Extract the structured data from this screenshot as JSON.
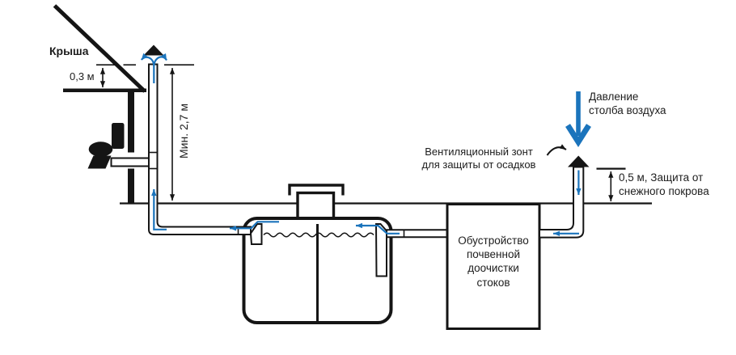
{
  "diagram": {
    "background": "#ffffff",
    "colors": {
      "line": "#151515",
      "accent_blue": "#1b74bc",
      "text": "#1d1d1d"
    },
    "labels": {
      "roof": "Крыша",
      "roof_clearance": "0,3 м",
      "stack_min_height": "Мин. 2,7 м",
      "vent_cap": {
        "line1": "Вентиляционный зонт",
        "line2": "для защиты от осадков"
      },
      "air_pressure": {
        "line1": "Давление",
        "line2": "столба воздуха"
      },
      "snow_clearance": {
        "line1": "0,5 м, Защита от",
        "line2": "снежного покрова"
      },
      "soil_treatment": {
        "line1": "Обустройство",
        "line2": "почвенной",
        "line3": "доочистки",
        "line4": "стоков"
      }
    },
    "icons": {
      "roof_vent_cap": "black-triangle-cap",
      "ground_vent_cap": "black-triangle-cap",
      "toilet": "toilet-silhouette",
      "air_pressure_arrow": "thick-blue-down-arrow",
      "airflow_arrows": "blue-flow-arrows"
    }
  }
}
